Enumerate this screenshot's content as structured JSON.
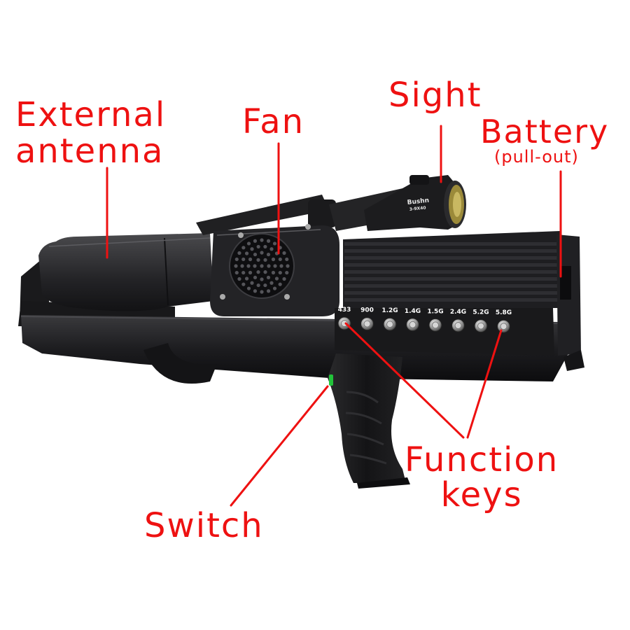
{
  "labels": {
    "external_antenna": [
      "External",
      "antenna"
    ],
    "fan": "Fan",
    "sight": "Sight",
    "battery": "Battery",
    "battery_note": "(pull-out)",
    "function_keys": [
      "Function",
      "keys"
    ],
    "switch": "Switch"
  },
  "device": {
    "scope_brand": "Bushn",
    "scope_model": "3-9X40",
    "frequency_keys": [
      "433",
      "900",
      "1.2G",
      "1.4G",
      "1.5G",
      "2.4G",
      "5.2G",
      "5.8G"
    ]
  },
  "colors": {
    "label": "#ee1111",
    "leader_line": "#ee1111",
    "body": "#1c1c1e",
    "background": "#ffffff",
    "switch_indicator": "#22c33a"
  }
}
